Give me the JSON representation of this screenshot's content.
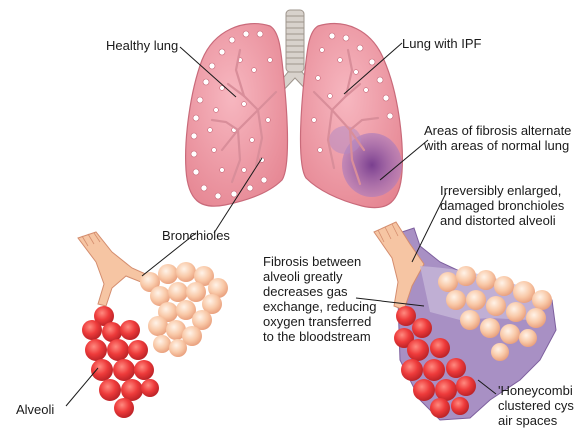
{
  "labels": {
    "healthy_lung": "Healthy lung",
    "lung_with_ipf": "Lung with IPF",
    "fibrosis_alternate": "Areas of fibrosis alternate\nwith areas of normal lung",
    "irreversibly_enlarged": "Irreversibly enlarged,\ndamaged bronchioles\nand distorted alveoli",
    "bronchioles": "Bronchioles",
    "fibrosis_between": "Fibrosis between\nalveoli greatly\ndecreases gas\nexchange, reducing\noxygen transferred\nto the bloodstream",
    "alveoli": "Alveoli",
    "honeycomb": "'Honeycombi\nclustered cys\nair spaces"
  },
  "colors": {
    "lung_fill": "#f0a0ac",
    "lung_stroke": "#c96a7a",
    "bronchi": "#d9a0a8",
    "trachea": "#cfc9c4",
    "fibrosis": "#a06ab0",
    "alveoli_red": "#e8343a",
    "alveoli_peach": "#f7c2a0",
    "leader_line": "#1a1a1a"
  }
}
